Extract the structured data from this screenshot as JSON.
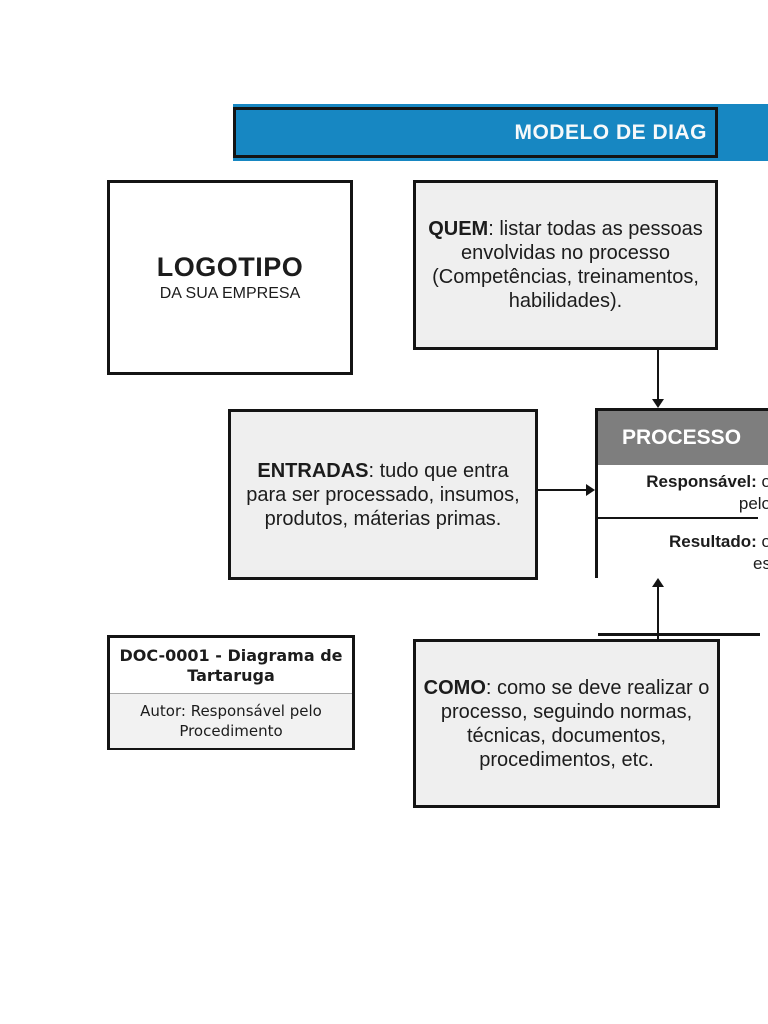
{
  "colors": {
    "accent_blue": "#1787C2",
    "process_header_gray": "#7E7E7E",
    "box_fill_gray": "#EFEFEF",
    "doc_footer_gray": "#F2F2F2",
    "border_black": "#141414"
  },
  "title_bar": {
    "title": "MODELO DE DIAG"
  },
  "logo_box": {
    "title": "LOGOTIPO",
    "subtitle": "DA SUA EMPRESA"
  },
  "quem_box": {
    "keyword": "QUEM",
    "text": ": listar todas as pessoas envolvidas no processo (Competências, treinamentos, habilidades)."
  },
  "entradas_box": {
    "keyword": "ENTRADAS",
    "text": ": tudo que entra para ser processado, insumos, produtos, máterias primas."
  },
  "processo_box": {
    "header": "PROCESSO",
    "responsavel": {
      "label": "Responsável:",
      "line1": " o",
      "line2": "pelo"
    },
    "resultado": {
      "label": "Resultado:",
      "line1": " o",
      "line2": "es"
    }
  },
  "doc_box": {
    "title": "DOC-0001 - Diagrama de Tartaruga",
    "author": "Autor: Responsável pelo Procedimento"
  },
  "como_box": {
    "keyword": "COMO",
    "text": ": como se deve realizar o processo, seguindo normas, técnicas, documentos, procedimentos, etc."
  }
}
